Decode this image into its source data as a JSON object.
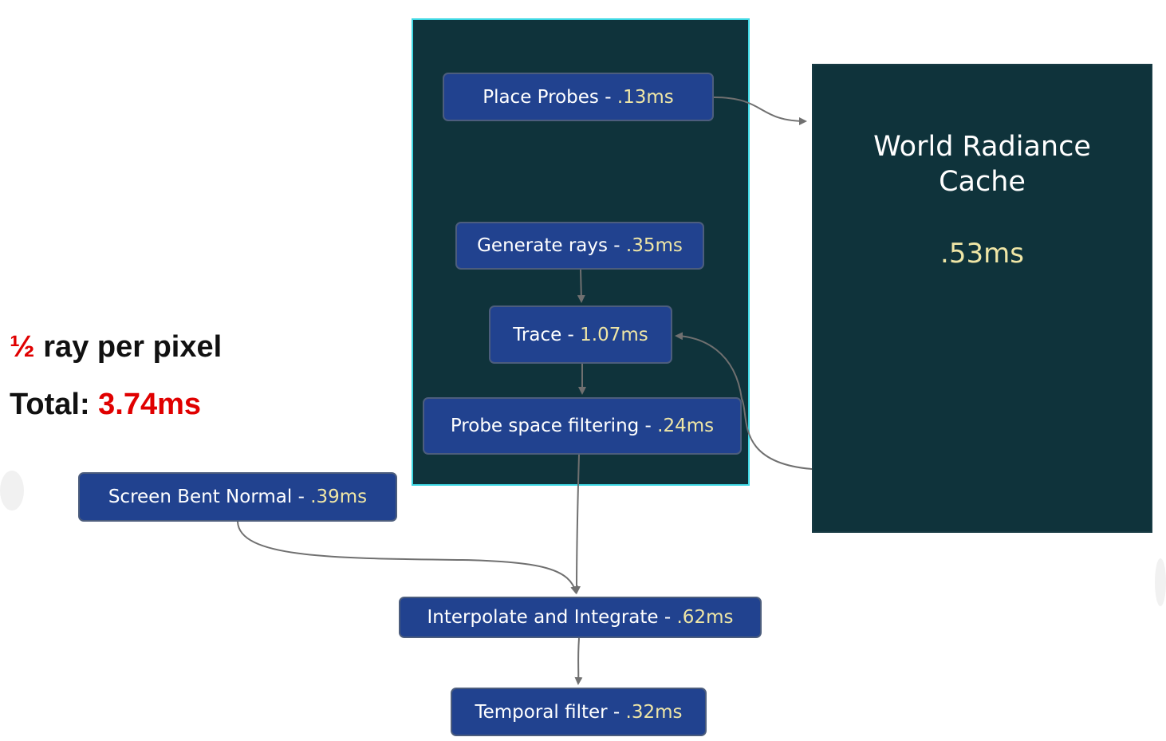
{
  "stats": {
    "rays_fraction": "½",
    "rays_text": "ray per pixel",
    "total_label": "Total:",
    "total_value": "3.74ms"
  },
  "world_radiance_cache": {
    "title_line1": "World Radiance",
    "title_line2": "Cache",
    "time": ".53ms"
  },
  "nodes": {
    "place_probes": {
      "label": "Place Probes - ",
      "time": ".13ms"
    },
    "generate_rays": {
      "label": "Generate rays - ",
      "time": ".35ms"
    },
    "trace": {
      "label": "Trace - ",
      "time": "1.07ms"
    },
    "probe_space_filtering": {
      "label": "Probe space filtering - ",
      "time": ".24ms"
    },
    "screen_bent_normal": {
      "label": "Screen Bent Normal - ",
      "time": ".39ms"
    },
    "interpolate_integrate": {
      "label": "Interpolate and Integrate - ",
      "time": ".62ms"
    },
    "temporal_filter": {
      "label": "Temporal filter - ",
      "time": ".32ms"
    }
  },
  "colors": {
    "panel_bg": "#0f333b",
    "panel_highlight_border": "#3fd8e4",
    "node_bg": "#21428f",
    "time_text": "#efe6a6",
    "accent_red": "#e00000",
    "connector": "#707070"
  }
}
